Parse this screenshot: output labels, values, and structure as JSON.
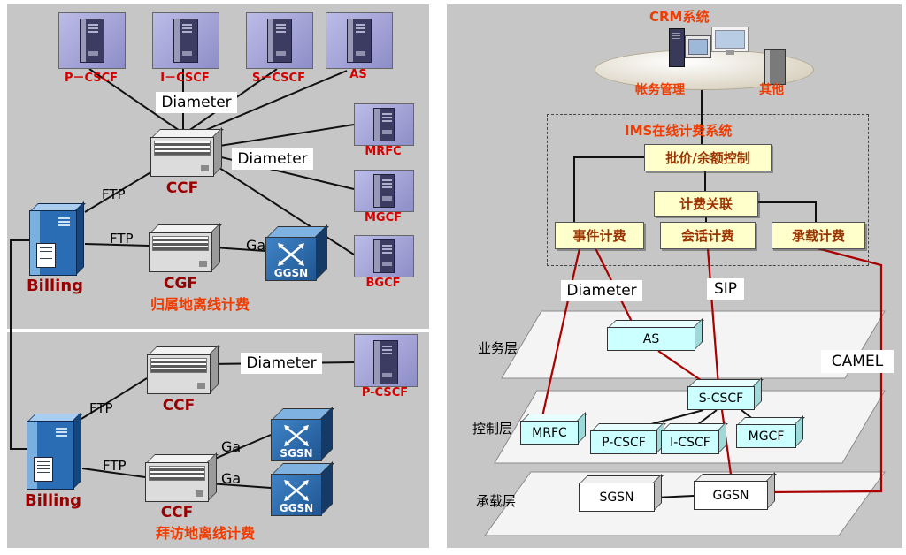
{
  "palette": {
    "red_label": "#d40000",
    "maroon": "#990000",
    "orange_red": "#f03c00",
    "box_text": "#993300",
    "line_red": "#aa0000",
    "yellow": "#ffffcc",
    "cyan": "#ccffff"
  },
  "panel_home": {
    "caption": "归属地离线计费",
    "top_servers": [
      "P－CSCF",
      "I－CSCF",
      "S－CSCF",
      "AS"
    ],
    "right_servers": [
      "MRFC",
      "MGCF",
      "BGCF"
    ],
    "diameter_top": "Diameter",
    "diameter_right": "Diameter",
    "ccf_label": "CCF",
    "cgf_label": "CGF",
    "billing_label": "Billing",
    "ftp_upper": "FTP",
    "ftp_lower": "FTP",
    "ga_label": "Ga",
    "ggsn_label": "GGSN"
  },
  "panel_visited": {
    "caption": "拜访地离线计费",
    "ccf_upper_label": "CCF",
    "ccf_lower_label": "CCF",
    "diameter": "Diameter",
    "pcscf_label": "P-CSCF",
    "billing_label": "Billing",
    "ftp_upper": "FTP",
    "ftp_lower": "FTP",
    "ga_upper": "Ga",
    "ga_lower": "Ga",
    "sgsn_label": "SGSN",
    "ggsn_label": "GGSN"
  },
  "panel_online": {
    "crm_title": "CRM系统",
    "account_mgmt": "帐务管理",
    "other": "其他",
    "ims_title": "IMS在线计费系统",
    "rating_box": "批价/余额控制",
    "correlation_box": "计费关联",
    "event_box": "事件计费",
    "session_box": "会话计费",
    "bearer_box": "承载计费",
    "diameter": "Diameter",
    "sip": "SIP",
    "camel": "CAMEL",
    "service_layer": "业务层",
    "control_layer": "控制层",
    "bearer_layer": "承载层",
    "as_box": "AS",
    "mrfc_box": "MRFC",
    "pcscf_box": "P-CSCF",
    "icscf_box": "I-CSCF",
    "scscf_box": "S-CSCF",
    "mgcf_box": "MGCF",
    "sgsn_box": "SGSN",
    "ggsn_box": "GGSN"
  }
}
